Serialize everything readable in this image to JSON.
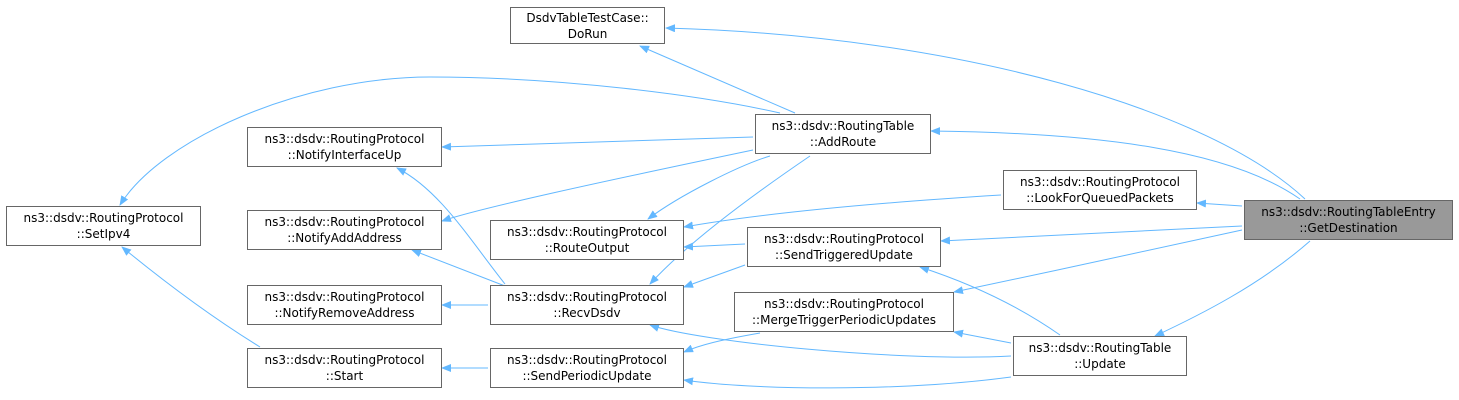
{
  "colors": {
    "edge": "#63b8ff",
    "node_border": "#666666",
    "highlight_fill": "#999999"
  },
  "nodes": [
    {
      "id": "getdest",
      "line1": "ns3::dsdv::RoutingTableEntry",
      "line2": "::GetDestination",
      "highlight": true
    },
    {
      "id": "dorun",
      "line1": "DsdvTableTestCase::",
      "line2": "DoRun"
    },
    {
      "id": "addroute",
      "line1": "ns3::dsdv::RoutingTable",
      "line2": "::AddRoute"
    },
    {
      "id": "lookfor",
      "line1": "ns3::dsdv::RoutingProtocol",
      "line2": "::LookForQueuedPackets"
    },
    {
      "id": "sendtrig",
      "line1": "ns3::dsdv::RoutingProtocol",
      "line2": "::SendTriggeredUpdate"
    },
    {
      "id": "mergetrig",
      "line1": "ns3::dsdv::RoutingProtocol",
      "line2": "::MergeTriggerPeriodicUpdates"
    },
    {
      "id": "update",
      "line1": "ns3::dsdv::RoutingTable",
      "line2": "::Update"
    },
    {
      "id": "notifyup",
      "line1": "ns3::dsdv::RoutingProtocol",
      "line2": "::NotifyInterfaceUp"
    },
    {
      "id": "routeout",
      "line1": "ns3::dsdv::RoutingProtocol",
      "line2": "::RouteOutput"
    },
    {
      "id": "recvdsdv",
      "line1": "ns3::dsdv::RoutingProtocol",
      "line2": "::RecvDsdv"
    },
    {
      "id": "sendper",
      "line1": "ns3::dsdv::RoutingProtocol",
      "line2": "::SendPeriodicUpdate"
    },
    {
      "id": "notifyadd",
      "line1": "ns3::dsdv::RoutingProtocol",
      "line2": "::NotifyAddAddress"
    },
    {
      "id": "notifyrem",
      "line1": "ns3::dsdv::RoutingProtocol",
      "line2": "::NotifyRemoveAddress"
    },
    {
      "id": "start",
      "line1": "ns3::dsdv::RoutingProtocol",
      "line2": "::Start"
    },
    {
      "id": "setipv4",
      "line1": "ns3::dsdv::RoutingProtocol",
      "line2": "::SetIpv4"
    }
  ],
  "edges": [
    {
      "from": "getdest",
      "to": "dorun"
    },
    {
      "from": "getdest",
      "to": "addroute"
    },
    {
      "from": "getdest",
      "to": "lookfor"
    },
    {
      "from": "getdest",
      "to": "sendtrig"
    },
    {
      "from": "getdest",
      "to": "mergetrig"
    },
    {
      "from": "getdest",
      "to": "update"
    },
    {
      "from": "addroute",
      "to": "dorun"
    },
    {
      "from": "addroute",
      "to": "setipv4"
    },
    {
      "from": "addroute",
      "to": "notifyup"
    },
    {
      "from": "addroute",
      "to": "notifyadd"
    },
    {
      "from": "addroute",
      "to": "routeout"
    },
    {
      "from": "addroute",
      "to": "recvdsdv"
    },
    {
      "from": "lookfor",
      "to": "routeout"
    },
    {
      "from": "sendtrig",
      "to": "routeout"
    },
    {
      "from": "sendtrig",
      "to": "recvdsdv"
    },
    {
      "from": "update",
      "to": "sendtrig"
    },
    {
      "from": "update",
      "to": "mergetrig"
    },
    {
      "from": "update",
      "to": "recvdsdv"
    },
    {
      "from": "update",
      "to": "sendper"
    },
    {
      "from": "mergetrig",
      "to": "sendper"
    },
    {
      "from": "recvdsdv",
      "to": "notifyup"
    },
    {
      "from": "recvdsdv",
      "to": "notifyadd"
    },
    {
      "from": "recvdsdv",
      "to": "notifyrem"
    },
    {
      "from": "sendper",
      "to": "start"
    },
    {
      "from": "start",
      "to": "setipv4"
    }
  ]
}
